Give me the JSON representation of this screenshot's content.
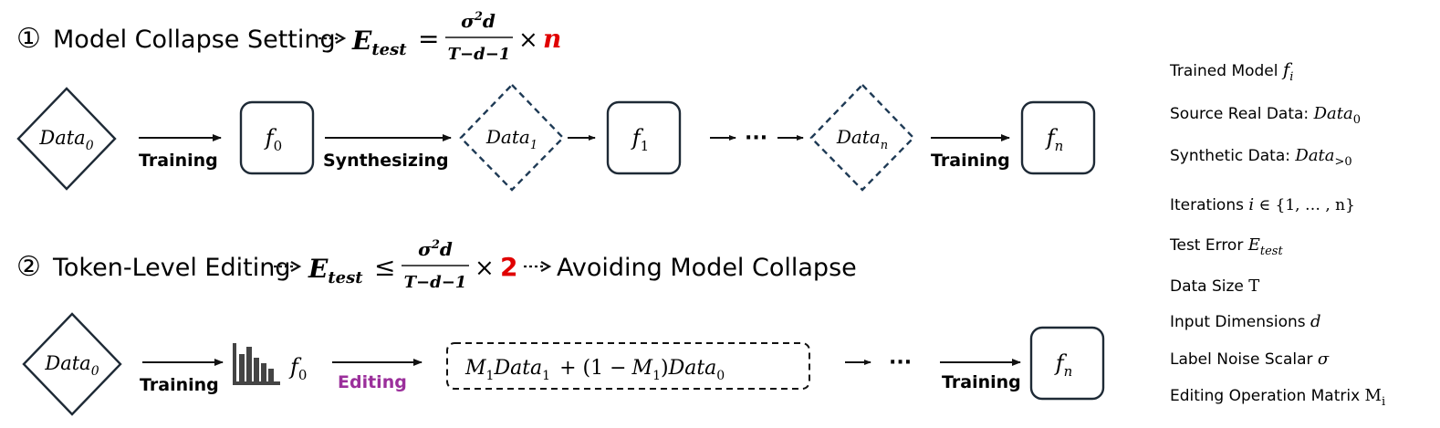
{
  "colors": {
    "ink": "#111111",
    "node_border": "#1e2a36",
    "dashed_border": "#1e3a55",
    "accent_red": "#e00000",
    "editing_purple": "#9b2f9b",
    "icon_gray": "#444444"
  },
  "row1": {
    "circled_number": "①",
    "title": "Model Collapse Setting",
    "formula": {
      "lhs_base": "E",
      "lhs_sub": "test",
      "relation": "=",
      "numerator_base": "σ",
      "numerator_exp": "2",
      "numerator_tail": "d",
      "denominator": "T−d−1",
      "times": "×",
      "factor": "n"
    },
    "nodes": {
      "data0": {
        "base": "Data",
        "sub": "0"
      },
      "f0": {
        "base": "f",
        "sub": "0"
      },
      "data1": {
        "base": "Data",
        "sub": "1"
      },
      "f1": {
        "base": "f",
        "sub": "1"
      },
      "ellipsis": "···",
      "datan": {
        "base": "Data",
        "sub": "n"
      },
      "fn": {
        "base": "f",
        "sub": "n"
      }
    },
    "labels": {
      "training1": "Training",
      "synthesizing": "Synthesizing",
      "training2": "Training"
    }
  },
  "row2": {
    "circled_number": "②",
    "title": "Token-Level Editing",
    "formula": {
      "lhs_base": "E",
      "lhs_sub": "test",
      "relation": "≤",
      "numerator_base": "σ",
      "numerator_exp": "2",
      "numerator_tail": "d",
      "denominator": "T−d−1",
      "times": "×",
      "factor": "2"
    },
    "tail": "Avoiding Model Collapse",
    "nodes": {
      "data0": {
        "base": "Data",
        "sub": "0"
      },
      "f0": {
        "base": "f",
        "sub": "0"
      },
      "mix": {
        "m1a": "M",
        "m1a_sub": "1",
        "data1": "Data",
        "data1_sub": "1",
        "plus": "+ (1 −",
        "m1b": "M",
        "m1b_sub": "1",
        "close": ")",
        "data0": "Data",
        "data0_sub": "0"
      },
      "ellipsis": "···",
      "fn": {
        "base": "f",
        "sub": "n"
      }
    },
    "labels": {
      "training1": "Training",
      "editing": "Editing",
      "training2": "Training"
    }
  },
  "legend": [
    {
      "text": "Trained Model ",
      "math": "f",
      "sub": "i",
      "sub_style": "italic"
    },
    {
      "text": "Source Real Data: ",
      "math": "Data",
      "sub": "0",
      "sub_style": "normal"
    },
    {
      "text": "Synthetic Data: ",
      "math": "Data",
      "sub": ">0",
      "sub_style": "normal"
    },
    {
      "text": "Iterations ",
      "math": "i",
      "tail": " ∈ {1, … , n}"
    },
    {
      "text": "Test Error ",
      "math": "E",
      "sub": "test",
      "sub_style": "italic"
    },
    {
      "text": "Data Size ",
      "math_upright": "T"
    },
    {
      "text": "Input Dimensions ",
      "math": "d"
    },
    {
      "text": "Label Noise Scalar ",
      "math": "σ"
    },
    {
      "text": "Editing Operation Matrix ",
      "math_upright": "M",
      "sub": "i",
      "sub_style": "normal"
    }
  ]
}
